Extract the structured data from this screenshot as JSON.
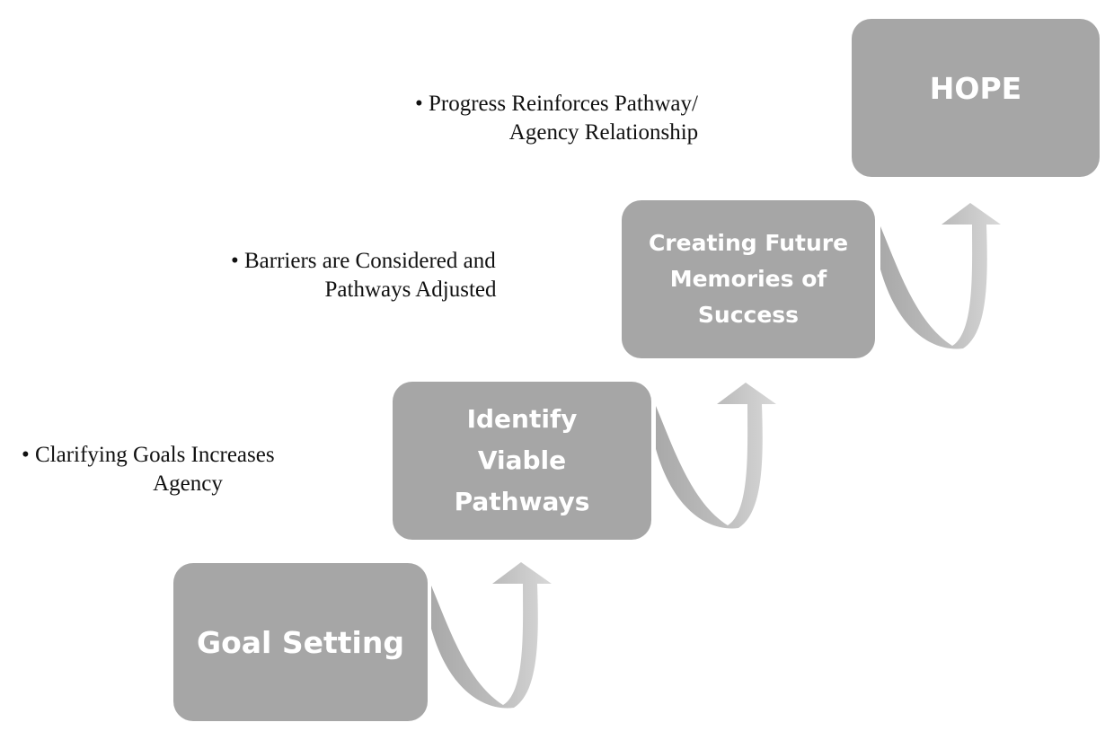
{
  "steps": [
    {
      "id": "goal-setting",
      "lines": [
        "Goal Setting"
      ]
    },
    {
      "id": "identify-pathways",
      "lines": [
        "Identify",
        "Viable",
        "Pathways"
      ]
    },
    {
      "id": "future-memories",
      "lines": [
        "Creating Future",
        "Memories of",
        "Success"
      ]
    },
    {
      "id": "hope",
      "lines": [
        "HOPE"
      ]
    }
  ],
  "notes": [
    {
      "line1": "• Clarifying Goals Increases",
      "line2": "Agency"
    },
    {
      "line1": "• Barriers are Considered and",
      "line2": "Pathways Adjusted"
    },
    {
      "line1": "• Progress Reinforces Pathway/",
      "line2": "Agency Relationship"
    }
  ],
  "colors": {
    "box": "#a6a6a6",
    "box_text": "#ffffff",
    "arrow_tail": "#a9a9a9",
    "arrow_head": "#d6d6d6",
    "note_text": "#111111"
  }
}
